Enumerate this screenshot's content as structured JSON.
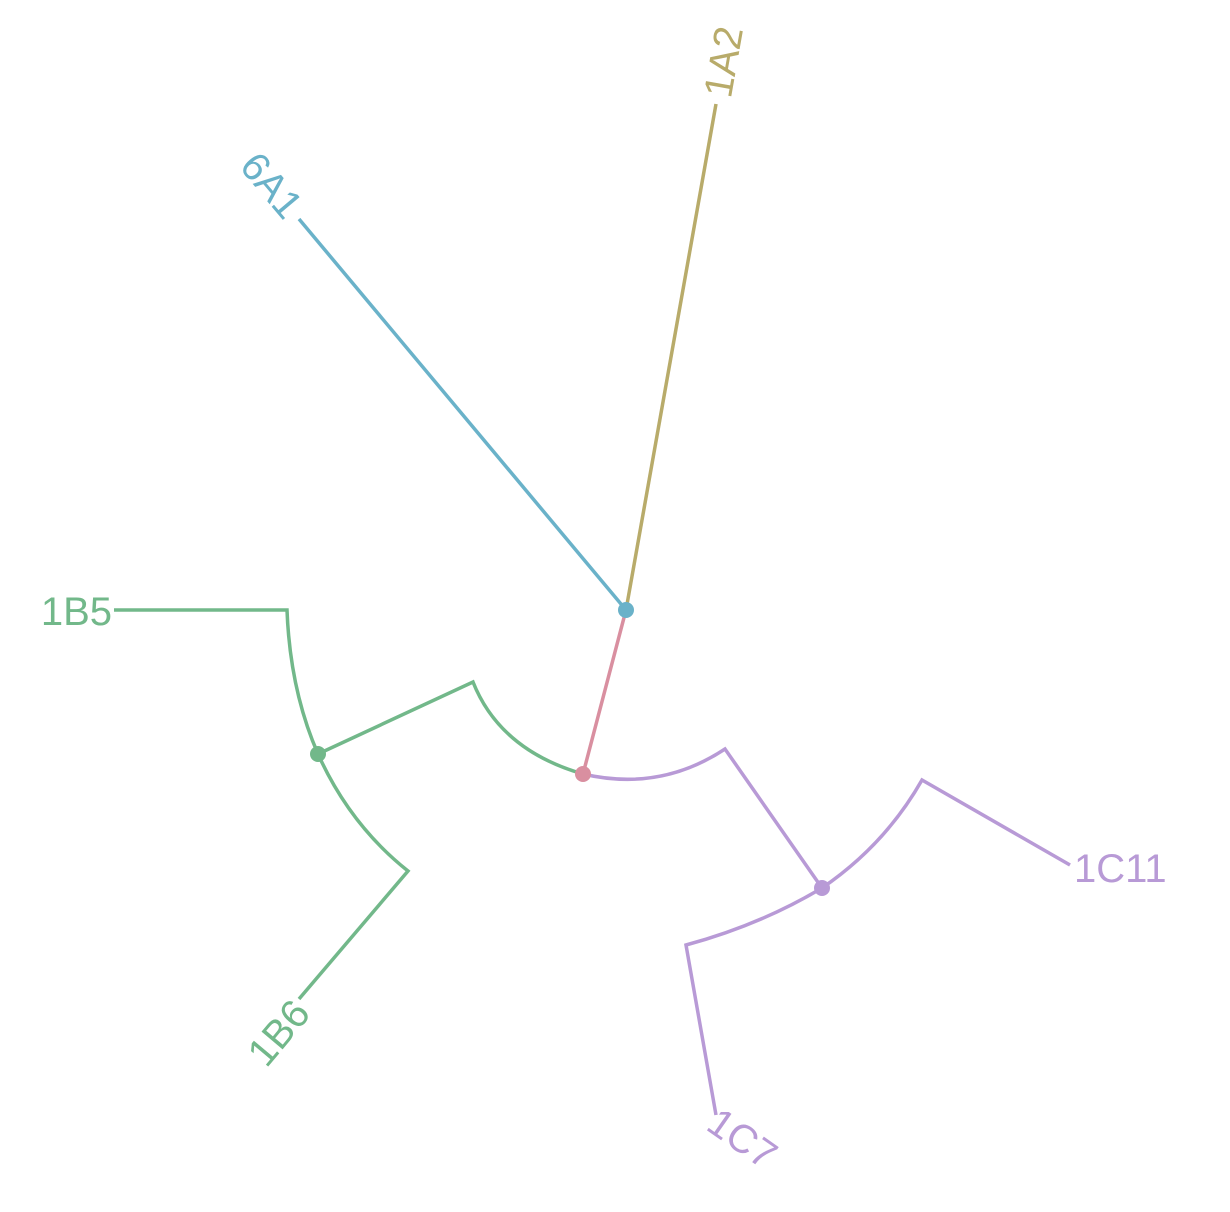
{
  "tree": {
    "layout": "fan",
    "colors": {
      "root": "#d98fa0",
      "clade_a": "#6ab2c9",
      "clade_a2": "#b8ab6a",
      "clade_b": "#72b88a",
      "clade_c": "#b89ad6"
    },
    "nodes": [
      {
        "id": "root",
        "type": "internal",
        "color": "root"
      },
      {
        "id": "nodeA",
        "type": "internal",
        "parent": "root",
        "color": "clade_a"
      },
      {
        "id": "nodeB",
        "type": "internal",
        "parent": "root",
        "color": "clade_b"
      },
      {
        "id": "nodeC",
        "type": "internal",
        "parent": "root",
        "color": "clade_c"
      }
    ],
    "leaves": [
      {
        "id": "leaf-6a1",
        "label": "6A1",
        "parent": "nodeA",
        "color": "clade_a"
      },
      {
        "id": "leaf-1a2",
        "label": "1A2",
        "parent": "nodeA",
        "color": "clade_a2"
      },
      {
        "id": "leaf-1b5",
        "label": "1B5",
        "parent": "nodeB",
        "color": "clade_b"
      },
      {
        "id": "leaf-1b6",
        "label": "1B6",
        "parent": "nodeB",
        "color": "clade_b"
      },
      {
        "id": "leaf-1c11",
        "label": "1C11",
        "parent": "nodeC",
        "color": "clade_c"
      },
      {
        "id": "leaf-1c7",
        "label": "1C7",
        "parent": "nodeC",
        "color": "clade_c"
      }
    ]
  }
}
